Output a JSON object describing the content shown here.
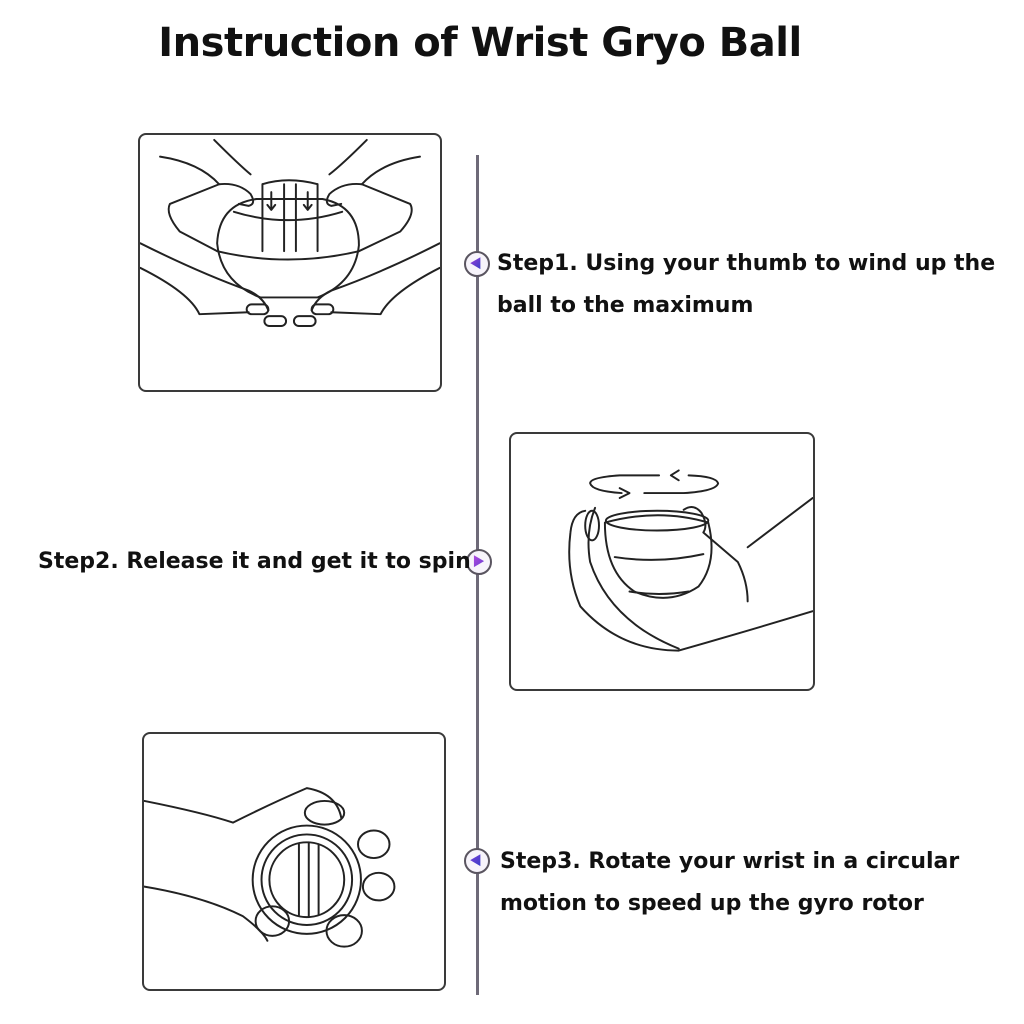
{
  "title": "Instruction of Wrist Gryo Ball",
  "colors": {
    "timeline": "#6e6a78",
    "marker_fill_start": "#9b3fd8",
    "marker_fill_end": "#3a3fc8",
    "panel_border": "#3a3a3a",
    "text": "#111111"
  },
  "steps": [
    {
      "line1": "Step1. Using your thumb to wind up the",
      "line2": "ball to the maximum",
      "marker_icon": "triangle-left-icon",
      "illustration": "two-hands-thumbs-winding-ball"
    },
    {
      "line1": "Step2. Release it and get it to spin",
      "marker_icon": "triangle-right-icon",
      "illustration": "hand-holding-spinning-ball"
    },
    {
      "line1": "Step3. Rotate your wrist in a circular",
      "line2": "motion to speed up the gyro rotor",
      "marker_icon": "triangle-left-icon",
      "illustration": "hand-gripping-ball-top-view"
    }
  ]
}
